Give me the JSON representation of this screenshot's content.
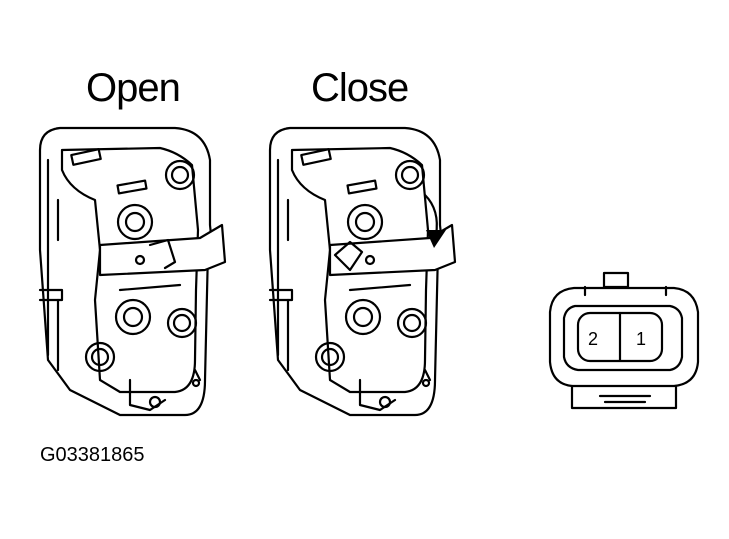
{
  "labels": {
    "open": "Open",
    "close": "Close",
    "figure_id": "G03381865"
  },
  "connector": {
    "pins": [
      "2",
      "1"
    ]
  }
}
